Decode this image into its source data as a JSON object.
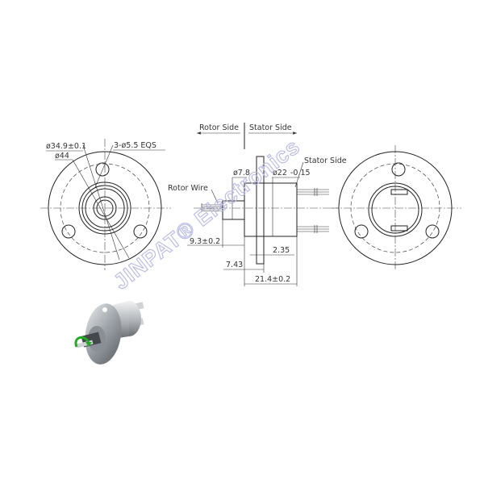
{
  "drawing": {
    "left_view": {
      "labels": {
        "pcd": "ø34.9±0.1",
        "outer_dia": "ø44",
        "holes": "3-ø5.5 EQS"
      }
    },
    "side_view": {
      "rotor_side": "Rotor Side",
      "stator_side_header": "Stator Side",
      "rotor_wire": "Rotor Wire",
      "shaft_dia": "ø7.8",
      "body_dia": "ø22",
      "body_tol": "-0.15",
      "stator_side": "Stator Side",
      "dim_rotor_len": "9.3±0.2",
      "dim_flange": "2.35",
      "dim_flange_pos": "7.43",
      "dim_total": "21.4±0.2"
    },
    "watermark": "JINPAT® Electronics",
    "colors": {
      "line": "#222222",
      "watermark": "#b8b8e8",
      "rotation_arrow": "#22aa22"
    }
  }
}
